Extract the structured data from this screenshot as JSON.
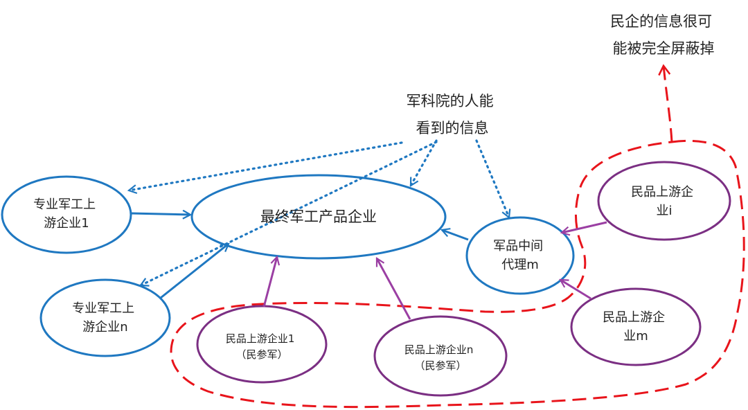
{
  "colors": {
    "blue": "#1f78c1",
    "purple": "#7b2f83",
    "arrow_purple": "#9b3fa3",
    "red": "#e8141b",
    "text": "#222222"
  },
  "nodes": {
    "final": {
      "text": [
        "最终军工产品企业"
      ],
      "color": "blue"
    },
    "mil1": {
      "text": [
        "专业军工上",
        "游企业1"
      ],
      "color": "blue"
    },
    "miln": {
      "text": [
        "专业军工上",
        "游企业n"
      ],
      "color": "blue"
    },
    "agent": {
      "text": [
        "军品中间",
        "代理m"
      ],
      "color": "blue"
    },
    "civ_i": {
      "text": [
        "民品上游企",
        "业i"
      ],
      "color": "purple"
    },
    "civ_m": {
      "text": [
        "民品上游企",
        "业m"
      ],
      "color": "purple"
    },
    "civ_1": {
      "text": [
        "民品上游企业1",
        "（民参军）"
      ],
      "color": "purple"
    },
    "civ_n": {
      "text": [
        "民品上游企业n",
        "（民参军）"
      ],
      "color": "purple"
    }
  },
  "annotations": {
    "academy": [
      "军科院的人能",
      "看到的信息"
    ],
    "shield": [
      "民企的信息很可",
      "能被完全屏蔽掉"
    ]
  }
}
